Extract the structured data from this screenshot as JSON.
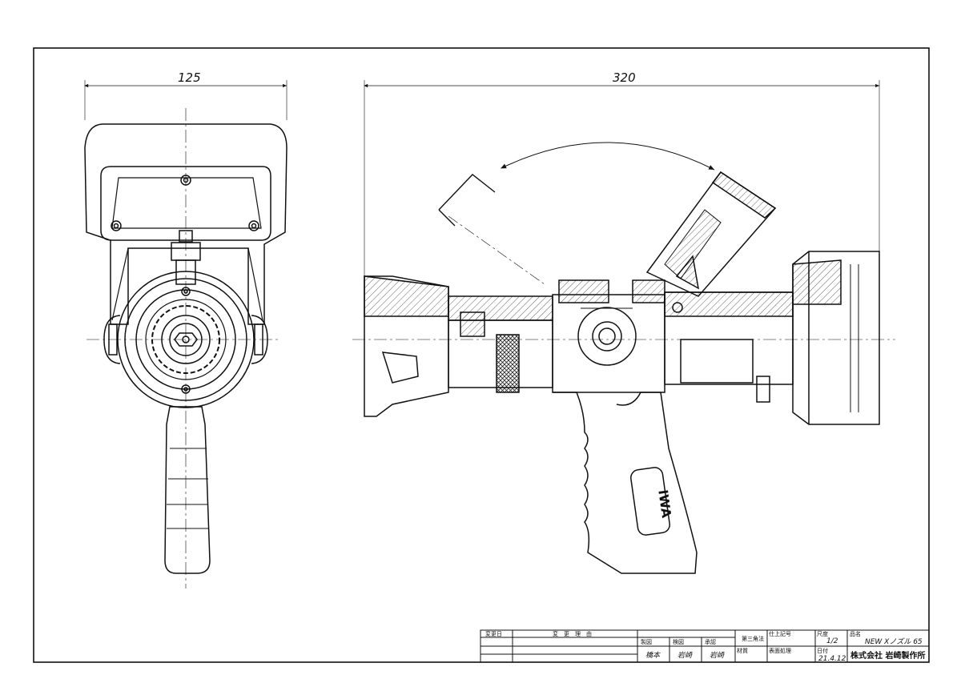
{
  "dimensions": {
    "front_width": "125",
    "side_length": "320"
  },
  "title_block": {
    "revision_col": "変更日",
    "revision_reason": "変　更　理　由",
    "role_drawn": "製図",
    "role_checked": "検図",
    "role_approved": "承認",
    "name_drawn": "橋本",
    "name_checked": "岩崎",
    "name_approved": "岩崎",
    "projection": "第三角法",
    "finish_label": "仕上記号",
    "material_label": "材質",
    "surface_label": "表面処理",
    "scale_label": "尺度",
    "scale_value": "1/2",
    "date_label": "日付",
    "date_value": "21.4.12",
    "product_label": "品名",
    "product_name": "NEW Xノズル 65",
    "company": "株式会社 岩崎製作所"
  },
  "grip_logo": "IWA"
}
